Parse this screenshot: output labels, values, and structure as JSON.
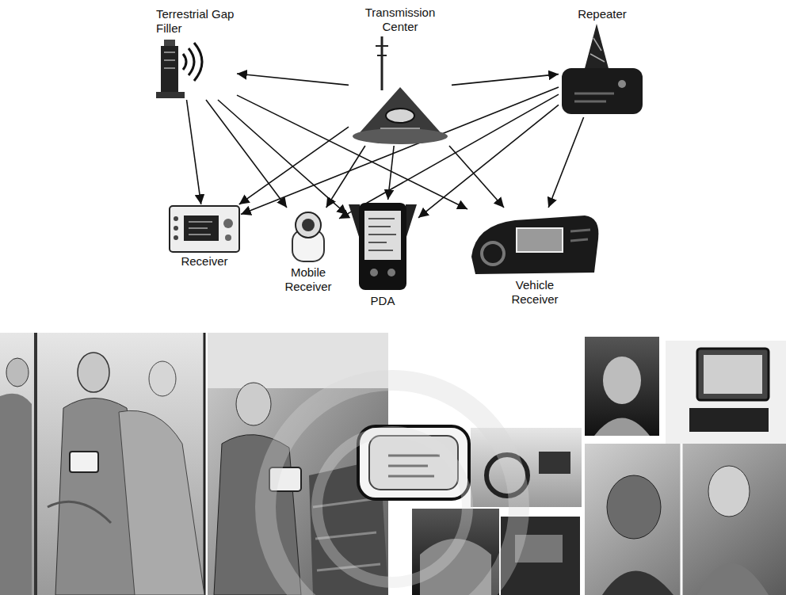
{
  "diagram": {
    "nodes": [
      {
        "text": [
          "Terrestrial Gap Filler"
        ]
      },
      {
        "text": [
          "Transmission Center"
        ]
      },
      {
        "text": [
          "Repeater"
        ]
      },
      {
        "text": [
          "Receiver"
        ]
      },
      {
        "text": [
          "Mobile Receiver"
        ]
      },
      {
        "text": [
          "PDA"
        ]
      },
      {
        "text": [
          "Vehicle Receiver"
        ]
      }
    ],
    "edges": [
      {
        "from": 1,
        "to": 0,
        "arrow": "to"
      },
      {
        "from": 1,
        "to": 2,
        "arrow": "to"
      },
      {
        "from": 0,
        "to": 3,
        "arrow": "to"
      },
      {
        "from": 0,
        "to": 4,
        "arrow": "to"
      },
      {
        "from": 0,
        "to": 5,
        "arrow": "to"
      },
      {
        "from": 0,
        "to": 6,
        "arrow": "to"
      },
      {
        "from": 1,
        "to": 3,
        "arrow": "to"
      },
      {
        "from": 1,
        "to": 4,
        "arrow": "to"
      },
      {
        "from": 1,
        "to": 5,
        "arrow": "to"
      },
      {
        "from": 1,
        "to": 6,
        "arrow": "to"
      },
      {
        "from": 2,
        "to": 3,
        "arrow": "to"
      },
      {
        "from": 2,
        "to": 4,
        "arrow": "to"
      },
      {
        "from": 2,
        "to": 5,
        "arrow": "to"
      },
      {
        "from": 2,
        "to": 6,
        "arrow": "to"
      }
    ]
  }
}
